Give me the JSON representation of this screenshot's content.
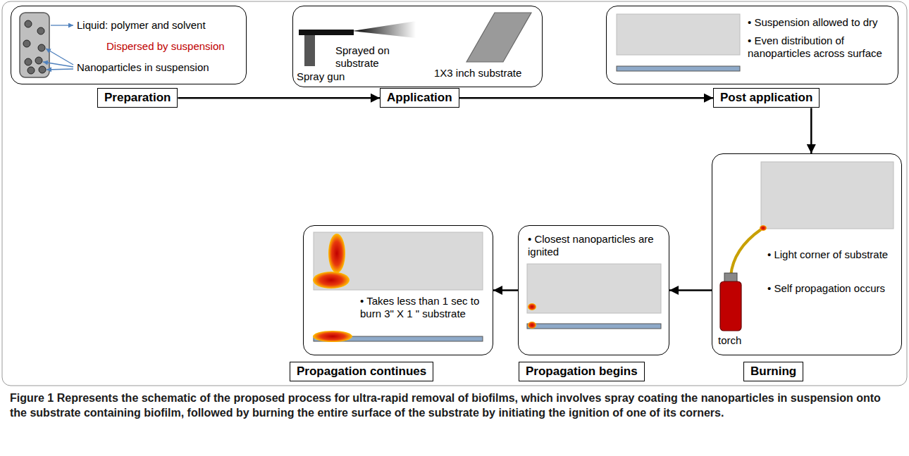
{
  "diagram": {
    "caption": "Figure 1 Represents the schematic of the proposed process for ultra-rapid removal of biofilms, which involves spray coating the nanoparticles in suspension onto the substrate containing biofilm, followed by burning the entire surface of the substrate by initiating the ignition of one of its corners.",
    "nodes": [
      {
        "text": [
          "Liquid: polymer and solvent",
          "Dispersed by suspension",
          "Nanoparticles in suspension"
        ]
      },
      {
        "text": [
          "Preparation"
        ]
      },
      {
        "text": [
          "Sprayed on substrate",
          "Spray gun",
          "1X3 inch substrate"
        ]
      },
      {
        "text": [
          "Application"
        ]
      },
      {
        "text": [
          "• Suspension allowed to dry",
          "• Even distribution of nanoparticles across surface"
        ]
      },
      {
        "text": [
          "Post application"
        ]
      },
      {
        "text": [
          "• Light corner of substrate",
          "• Self propagation occurs",
          "torch"
        ]
      },
      {
        "text": [
          "Burning"
        ]
      },
      {
        "text": [
          "• Closest nanoparticles are ignited"
        ]
      },
      {
        "text": [
          "Propagation begins"
        ]
      },
      {
        "text": [
          "• Takes less than 1 sec to burn 3\" X 1 \" substrate"
        ]
      },
      {
        "text": [
          "Propagation continues"
        ]
      }
    ],
    "edges": [
      {
        "from": 1,
        "to": 3,
        "arrow": "to"
      },
      {
        "from": 3,
        "to": 5,
        "arrow": "to"
      },
      {
        "from": 5,
        "to": 6,
        "arrow": "to"
      },
      {
        "from": 6,
        "to": 8,
        "arrow": "to"
      },
      {
        "from": 8,
        "to": 10,
        "arrow": "to"
      }
    ]
  }
}
